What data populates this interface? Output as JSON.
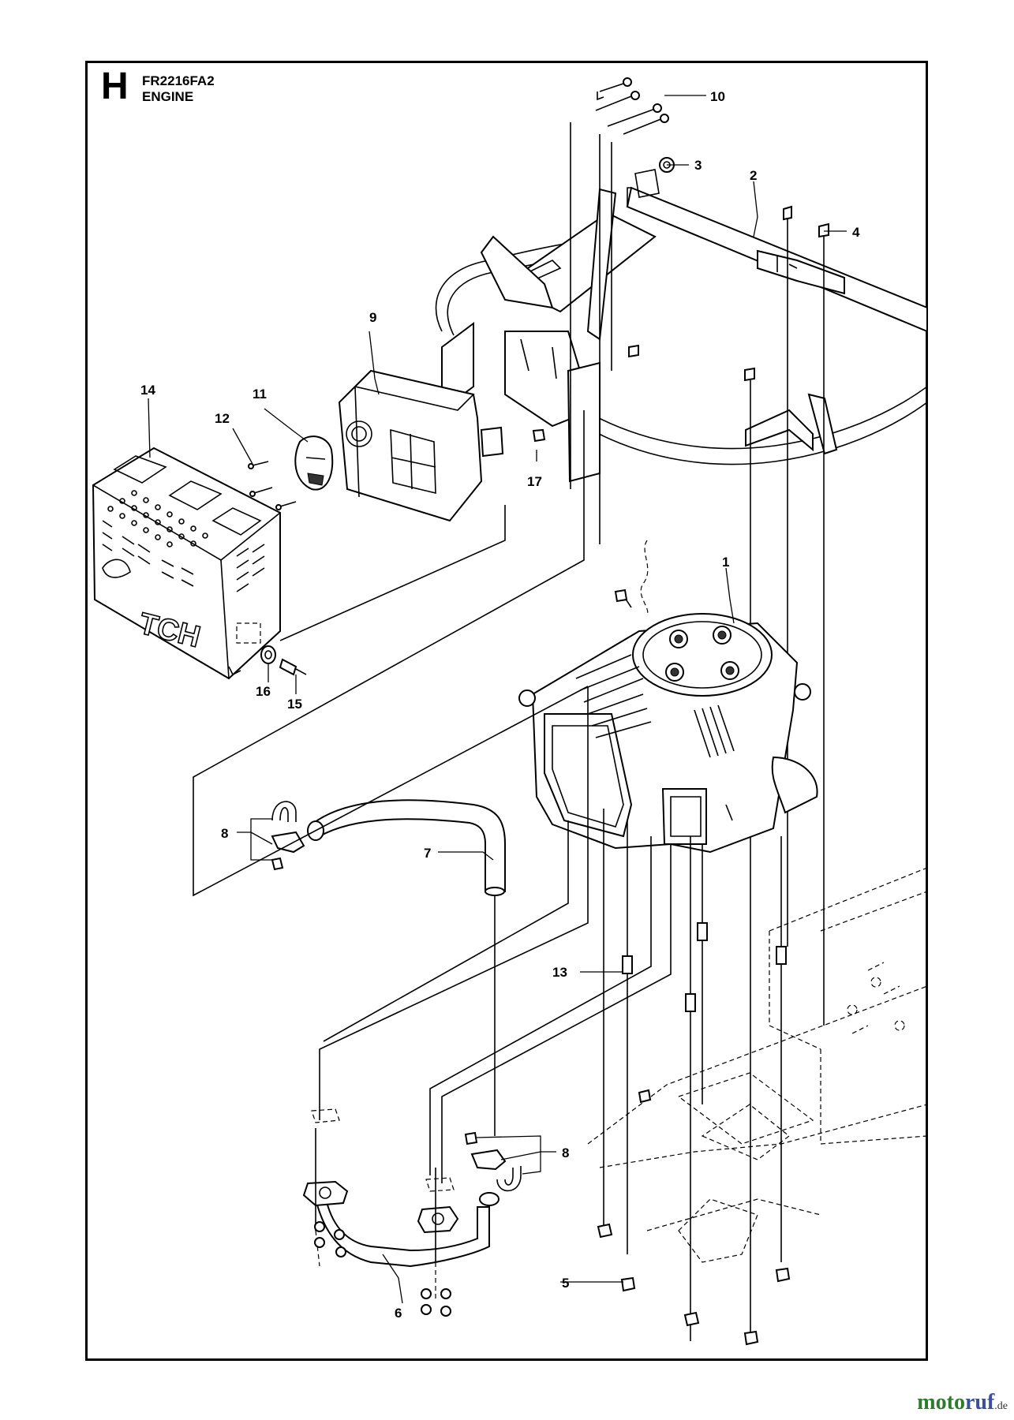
{
  "header": {
    "section_letter": "H",
    "model_code": "FR2216FA2",
    "section_title": "ENGINE"
  },
  "callouts": [
    {
      "id": "c1",
      "label": "1"
    },
    {
      "id": "c2",
      "label": "2"
    },
    {
      "id": "c3",
      "label": "3"
    },
    {
      "id": "c4",
      "label": "4"
    },
    {
      "id": "c5",
      "label": "5"
    },
    {
      "id": "c6",
      "label": "6"
    },
    {
      "id": "c7",
      "label": "7"
    },
    {
      "id": "c8a",
      "label": "8"
    },
    {
      "id": "c8b",
      "label": "8"
    },
    {
      "id": "c9",
      "label": "9"
    },
    {
      "id": "c10",
      "label": "10"
    },
    {
      "id": "c11",
      "label": "11"
    },
    {
      "id": "c12",
      "label": "12"
    },
    {
      "id": "c13",
      "label": "13"
    },
    {
      "id": "c14",
      "label": "14"
    },
    {
      "id": "c15",
      "label": "15"
    },
    {
      "id": "c16",
      "label": "16"
    },
    {
      "id": "c17",
      "label": "17"
    }
  ],
  "muffler_cover_lettering": "TCH",
  "watermark": {
    "part_a": "moto",
    "part_b": "ruf",
    "part_c": ".de"
  }
}
